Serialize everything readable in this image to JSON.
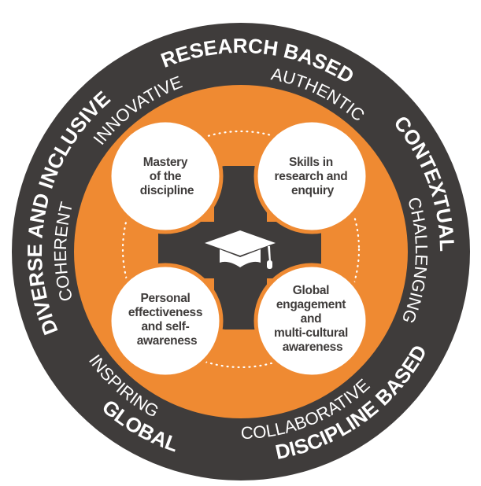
{
  "colors": {
    "dark": "#3f3c3b",
    "orange": "#ef8a32",
    "white": "#ffffff"
  },
  "outer_ring": {
    "research_based": "RESEARCH BASED",
    "contextual": "CONTEXTUAL",
    "discipline_based": "DISCIPLINE BASED",
    "global": "GLOBAL",
    "diverse_and_inclusive": "DIVERSE AND INCLUSIVE"
  },
  "inner_ring": {
    "innovative": "INNOVATIVE",
    "authentic": "AUTHENTIC",
    "challenging": "CHALLENGING",
    "collaborative": "COLLABORATIVE",
    "inspiring": "INSPIRING",
    "coherent": "COHERENT"
  },
  "circles": {
    "mastery": [
      "Mastery",
      "of the",
      "discipline"
    ],
    "skills": [
      "Skills in",
      "research and",
      "enquiry"
    ],
    "personal": [
      "Personal",
      "effectiveness",
      "and self-",
      "awareness"
    ],
    "global": [
      "Global",
      "engagement",
      "and",
      "multi-cultural",
      "awareness"
    ]
  },
  "center_icon": "graduation-cap-icon"
}
